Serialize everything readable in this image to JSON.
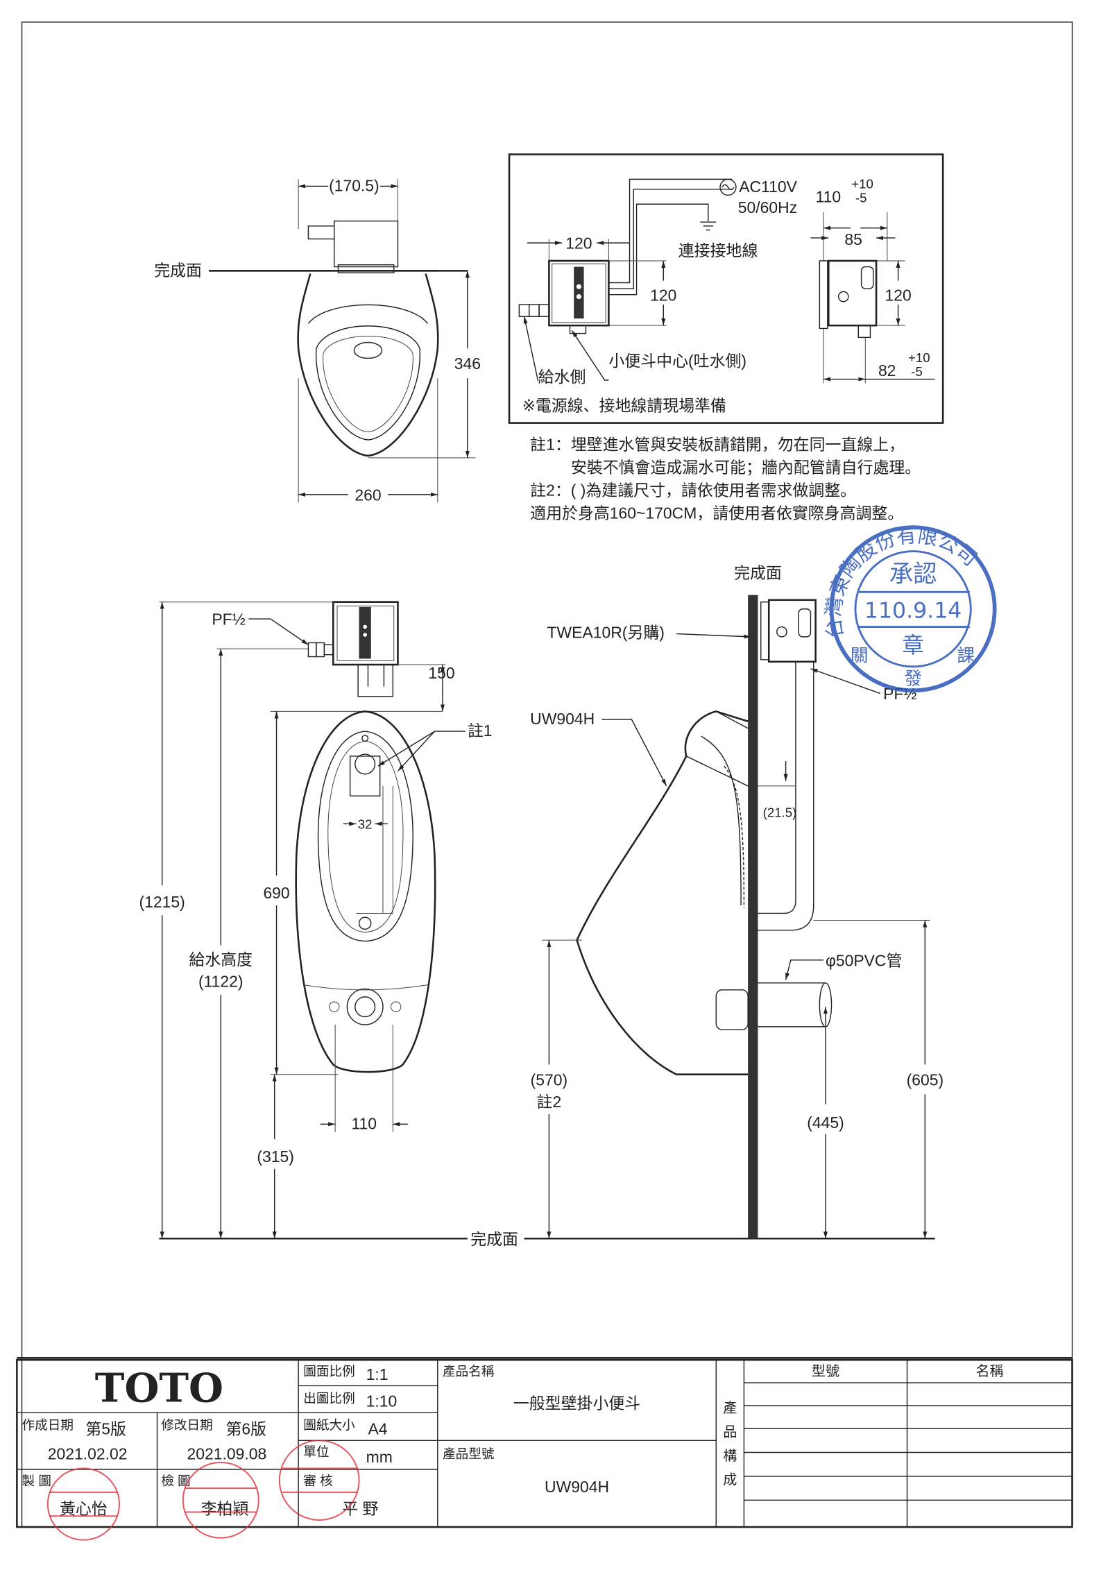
{
  "top_view": {
    "finish_surface": "完成面",
    "dim_width_box": "(170.5)",
    "dim_depth": "346",
    "dim_width": "260"
  },
  "inset": {
    "power": "AC110V",
    "frequency": "50/60Hz",
    "ground": "連接接地線",
    "dim_w": "120",
    "dim_h": "120",
    "center_label": "小便斗中心(吐水側)",
    "supply_side": "給水側",
    "note": "※電源線、接地線請現場準備",
    "side_dim_top": "110",
    "side_dim_top_tol_plus": "+10",
    "side_dim_top_tol_minus": "-5",
    "side_dim_85": "85",
    "side_dim_h": "120",
    "side_dim_bottom": "82",
    "side_dim_bottom_tol_plus": "+10",
    "side_dim_bottom_tol_minus": "-5"
  },
  "notes": [
    "註1：埋壁進水管與安裝板請錯開，勿在同一直線上，",
    "安裝不慎會造成漏水可能；牆內配管請自行處理。",
    "註2：( )為建議尺寸，請依使用者需求做調整。",
    "適用於身高160~170CM，請使用者依實際身高調整。"
  ],
  "front_view": {
    "pf": "PF½",
    "dim_150": "150",
    "note1": "註1",
    "dim_32": "32",
    "dim_1215": "(1215)",
    "supply_height_label": "給水高度",
    "supply_height": "(1122)",
    "dim_690": "690",
    "dim_315": "(315)",
    "dim_110": "110",
    "finish_surface": "完成面"
  },
  "side_view": {
    "finish_surface": "完成面",
    "valve_label": "TWEA10R(另購)",
    "model_label": "UW904H",
    "pf": "PF½",
    "dim_21_5": "(21.5)",
    "pvc": "φ50PVC管",
    "dim_570": "(570)",
    "note2": "註2",
    "dim_445": "(445)",
    "dim_605": "(605)"
  },
  "stamp": {
    "company": "台灣東陶股份有限公司",
    "approved": "承認",
    "date": "110.9.14",
    "seal": "章",
    "issue": "發",
    "left": "關",
    "right": "課"
  },
  "title_block": {
    "logo": "TOTO",
    "scale_label": "圖面比例",
    "scale": "1:1",
    "print_scale_label": "出圖比例",
    "print_scale": "1:10",
    "paper_label": "圖紙大小",
    "paper": "A4",
    "unit_label": "單位",
    "unit": "mm",
    "created_label": "作成日期",
    "created_version": "第5版",
    "created_date": "2021.02.02",
    "modified_label": "修改日期",
    "modified_version": "第6版",
    "modified_date": "2021.09.08",
    "drawn_label": "製 圖",
    "drawn_by": "黃心怡",
    "checked_label": "檢 圖",
    "checked_by": "李柏穎",
    "reviewed_label": "審 核",
    "reviewed_by": "平 野",
    "product_name_label": "產品名稱",
    "product_name": "一般型壁掛小便斗",
    "product_model_label": "產品型號",
    "product_model": "UW904H",
    "composition_label": [
      "產",
      "品",
      "構",
      "成"
    ],
    "col_model": "型號",
    "col_name": "名稱"
  },
  "colors": {
    "stamp_blue": "#2a55b8",
    "stamp_red": "#e0303a",
    "line": "#222222"
  }
}
